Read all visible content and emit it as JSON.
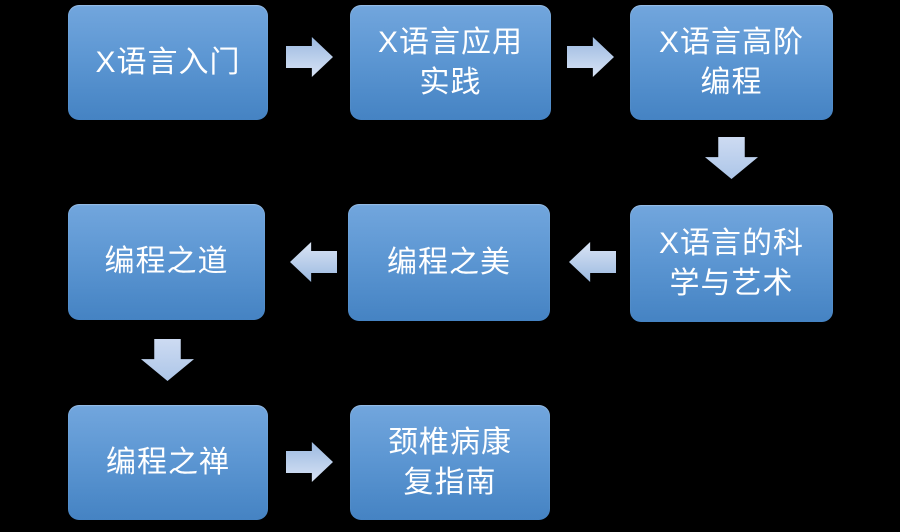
{
  "diagram": {
    "type": "flowchart",
    "background_color": "#000000",
    "node_fill_top": "#72a6dd",
    "node_fill_bottom": "#4583c3",
    "arrow_color_light": "#d8e3f5",
    "arrow_color_dark": "#9bb9e0",
    "text_color": "#ffffff",
    "nodes": [
      {
        "id": "n1",
        "label": "X语言入门"
      },
      {
        "id": "n2",
        "label": "X语言应用\n实践"
      },
      {
        "id": "n3",
        "label": "X语言高阶\n编程"
      },
      {
        "id": "n4",
        "label": "X语言的科\n学与艺术"
      },
      {
        "id": "n5",
        "label": "编程之美"
      },
      {
        "id": "n6",
        "label": "编程之道"
      },
      {
        "id": "n7",
        "label": "编程之禅"
      },
      {
        "id": "n8",
        "label": "颈椎病康\n复指南"
      }
    ],
    "connectors": [
      {
        "from": "n1",
        "to": "n2",
        "direction": "right"
      },
      {
        "from": "n2",
        "to": "n3",
        "direction": "right"
      },
      {
        "from": "n3",
        "to": "n4",
        "direction": "down"
      },
      {
        "from": "n4",
        "to": "n5",
        "direction": "left"
      },
      {
        "from": "n5",
        "to": "n6",
        "direction": "left"
      },
      {
        "from": "n6",
        "to": "n7",
        "direction": "down"
      },
      {
        "from": "n7",
        "to": "n8",
        "direction": "right"
      }
    ]
  }
}
